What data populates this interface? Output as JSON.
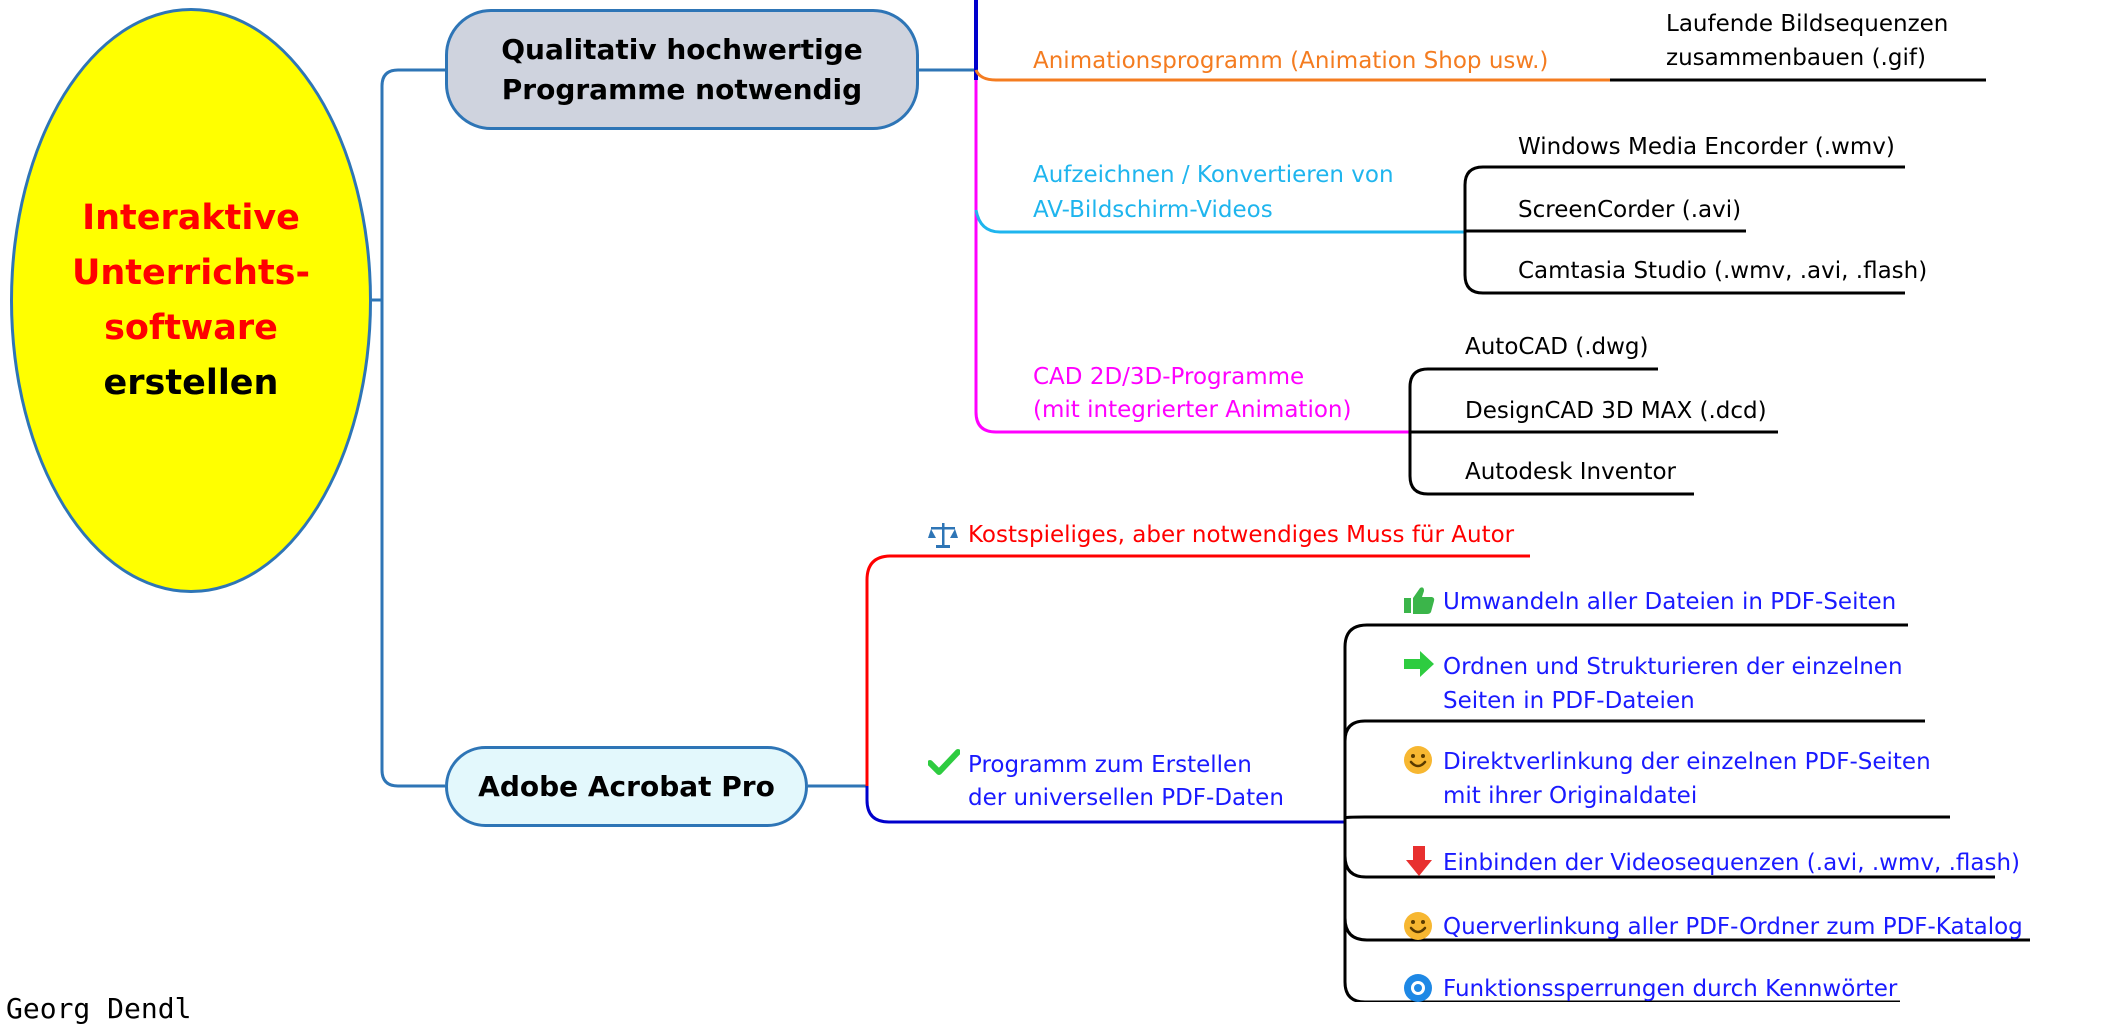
{
  "root": {
    "line1": "Interaktive",
    "line2": "Unterrichts-",
    "line3": "software",
    "line4": "erstellen"
  },
  "node_programs": {
    "line1": "Qualitativ hochwertige",
    "line2": "Programme notwendig"
  },
  "node_acrobat": {
    "label": "Adobe Acrobat Pro"
  },
  "branches": {
    "animation": {
      "label": "Animationsprogramm (Animation Shop usw.)",
      "leaf1": "Laufende  Bildsequenzen",
      "leaf2": "zusammenbauen (.gif)"
    },
    "recording": {
      "line1": "Aufzeichnen / Konvertieren von",
      "line2": "AV-Bildschirm-Videos",
      "items": [
        "Windows Media Encorder (.wmv)",
        "ScreenCorder (.avi)",
        "Camtasia Studio (.wmv, .avi, .flash)"
      ]
    },
    "cad": {
      "line1": "CAD  2D/3D-Programme",
      "line2": "(mit integrierter Animation)",
      "items": [
        "AutoCAD (.dwg)",
        "DesignCAD 3D MAX (.dcd)",
        "Autodesk Inventor"
      ]
    },
    "cost": {
      "label": "Kostspieliges, aber notwendiges Muss für Autor",
      "icon": "scales-icon"
    },
    "pdf": {
      "line1": "Programm zum  Erstellen",
      "line2": "der universellen PDF-Daten",
      "icon": "checkmark-icon",
      "features": [
        {
          "line1": "Umwandeln aller Dateien in PDF-Seiten",
          "icon": "thumbs-up-icon"
        },
        {
          "line1": "Ordnen und Strukturieren der einzelnen",
          "line2": "Seiten in PDF-Dateien",
          "icon": "arrow-right-icon"
        },
        {
          "line1": "Direktverlinkung der einzelnen PDF-Seiten",
          "line2": "mit ihrer Originaldatei",
          "icon": "smiley-icon"
        },
        {
          "line1": "Einbinden der Videosequenzen (.avi, .wmv, .flash)",
          "icon": "arrow-down-icon"
        },
        {
          "line1": "Querverlinkung aller PDF-Ordner zum PDF-Katalog",
          "icon": "smiley-icon"
        },
        {
          "line1": "Funktionssperrungen durch Kennwörter",
          "icon": "info-icon"
        }
      ]
    }
  },
  "author": "Georg Dendl",
  "colors": {
    "orange": "#f47c20",
    "cyan": "#1fb5ee",
    "magenta": "#ff00ff",
    "red": "#ff0000",
    "blue": "#1a1aff",
    "trunk": "#2e75b6",
    "root_fill": "#ffff00"
  }
}
